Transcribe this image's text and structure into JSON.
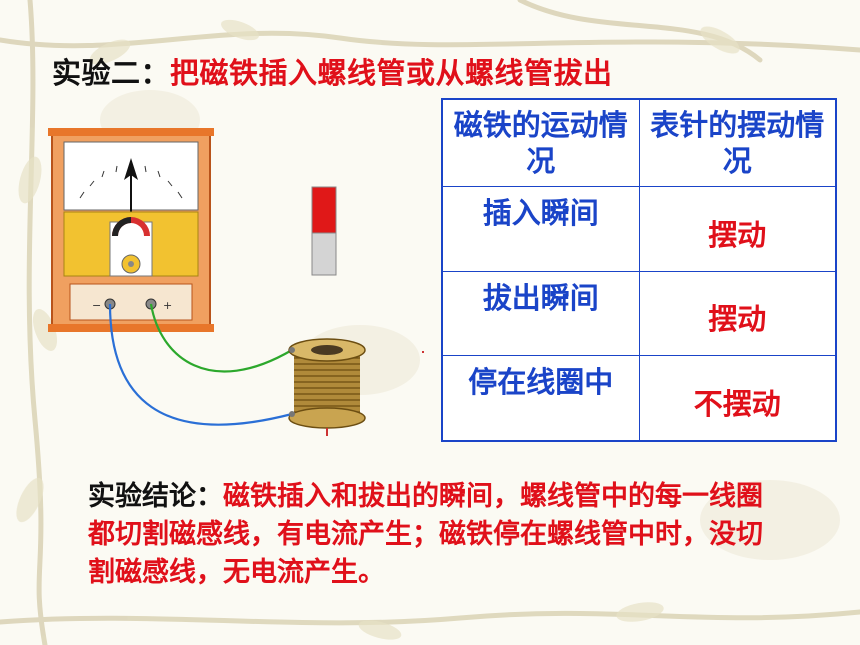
{
  "title": {
    "lead": "实验二：",
    "rest": "把磁铁插入螺线管或从螺线管拔出"
  },
  "table": {
    "headers": [
      "磁铁的运动情况",
      "表针的摆动情况"
    ],
    "rows": [
      {
        "motion": "插入瞬间",
        "swing": "摆动"
      },
      {
        "motion": "拔出瞬间",
        "swing": "摆动"
      },
      {
        "motion": "停在线圈中",
        "swing": "不摆动"
      }
    ]
  },
  "conclusion": {
    "lead": "实验结论：",
    "body": "磁铁插入和拔出的瞬间，螺线管中的每一线圈都切割磁感线，有电流产生；磁铁停在螺线管中时，没切割磁感线，无电流产生。"
  },
  "galvanometer": {
    "minus_label": "−",
    "plus_label": "+"
  },
  "colors": {
    "title_accent": "#e0101a",
    "table_border": "#1a44c8",
    "wire_green": "#2ca82c",
    "wire_blue": "#2a6fd6",
    "meter_frame": "#e8762a",
    "magnet_red": "#e01818",
    "magnet_gray": "#cfcfcf",
    "coil": "#8a6a1a"
  }
}
